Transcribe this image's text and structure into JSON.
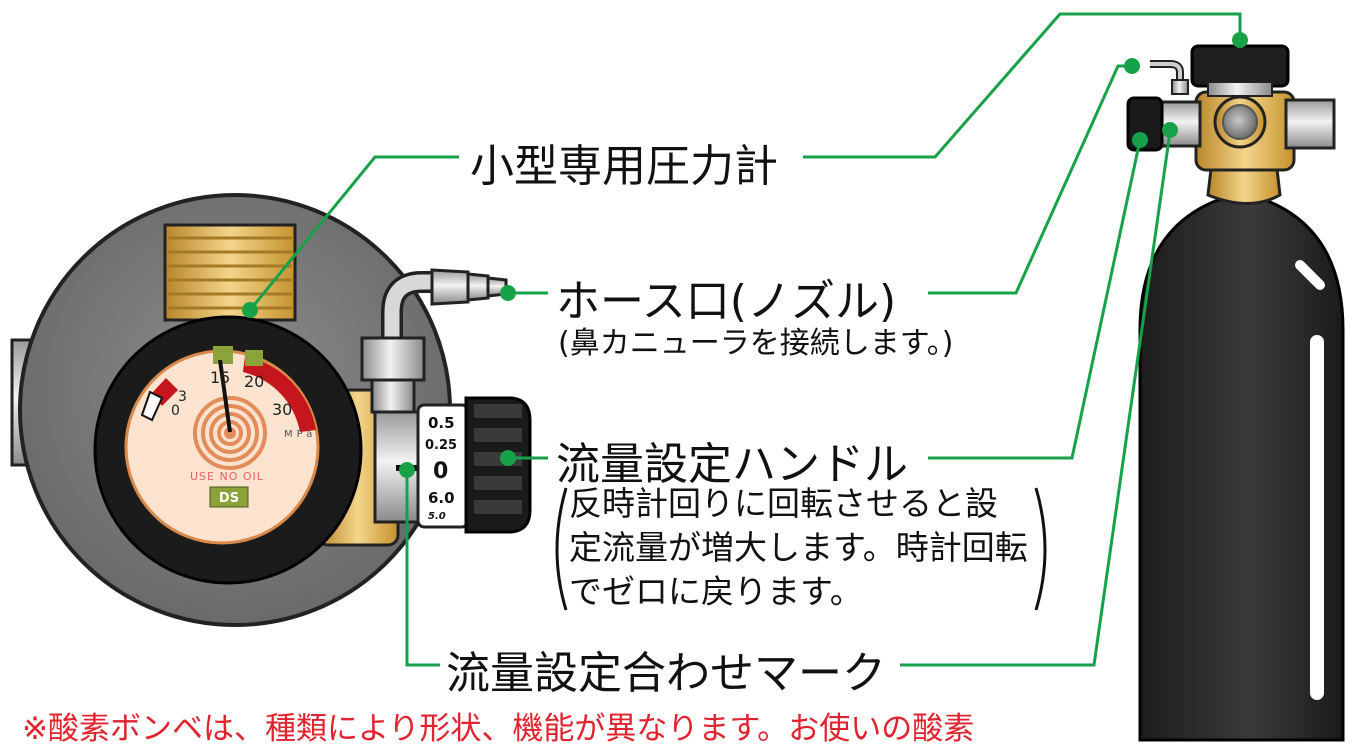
{
  "labels": {
    "gauge": "小型専用圧力計",
    "hose_port": "ホース口(ノズル)",
    "hose_port_sub": "(鼻カニューラを接続します。)",
    "flow_handle": "流量設定ハンドル",
    "flow_handle_desc": [
      "反時計回りに回転させると設",
      "定流量が増大します。時計回転",
      "でゼロに戻ります。"
    ],
    "flow_mark": "流量設定合わせマーク"
  },
  "gauge_face": {
    "ticks": [
      "0",
      "3",
      "15",
      "20",
      "30"
    ],
    "unit": "MPa",
    "warning": "USE NO OIL",
    "logo": "DS"
  },
  "dial": {
    "values": [
      "0.5",
      "0.25",
      "0",
      "6.0",
      "5.0"
    ]
  },
  "footnote": "※酸素ボンベは、種類により形状、機能が異なります。お使いの酸素",
  "colors": {
    "leader": "#17a24a",
    "footnote": "#e0232e",
    "cylinder": "#2e2e2e",
    "brass": "#d9a53a",
    "gauge_red": "#c4161c",
    "gauge_green": "#8ba33a"
  }
}
